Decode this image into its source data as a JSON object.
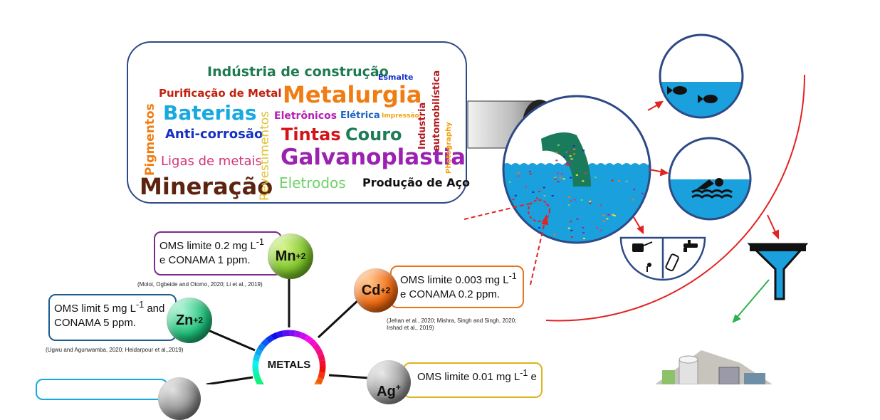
{
  "word_cloud": {
    "words": {
      "construcao": "Indústria de construção",
      "esmalte": "Esmalte",
      "purificacao": "Purificação de Metal",
      "metalurgia": "Metalurgia",
      "baterias": "Baterias",
      "eletronicos": "Eletrônicos",
      "eletrica": "Elétrica",
      "impressao": "Impressão",
      "anticorrosao": "Anti-corrosão",
      "tintas": "Tintas",
      "couro": "Couro",
      "ligas": "Ligas de metais",
      "galvanoplastia": "Galvanoplastia",
      "mineracao": "Mineração",
      "eletrodos": "Eletrodos",
      "producao_aco": "Produção de Aço",
      "pigmentos": "Pigmentos",
      "revestimentos": "Revestimentos",
      "industria": "Industria",
      "automobilistica": "automobilística",
      "photography": "Photography"
    },
    "colors": {
      "construcao": "#1e7a4f",
      "esmalte": "#1b33c9",
      "purificacao": "#c0220f",
      "metalurgia": "#f07d13",
      "baterias": "#18a9e3",
      "eletronicos": "#b51fb2",
      "eletrica": "#1a63c5",
      "impressao": "#f1a20f",
      "anticorrosao": "#1630c2",
      "tintas": "#d4131b",
      "couro": "#1f7d56",
      "ligas": "#d3357a",
      "galvanoplastia": "#9b22b0",
      "mineracao": "#5c2410",
      "eletrodos": "#6fd06a",
      "producao_aco": "#111111",
      "pigmentos": "#f07d13",
      "revestimentos": "#e0c235",
      "industria": "#b3191e",
      "photography": "#f1a20f"
    }
  },
  "metals": {
    "center_label": "METALS",
    "mn": {
      "symbol": "Mn",
      "charge": "+2",
      "limit": "OMS limite 0.2 mg L",
      "exp": "-1",
      "limit2": "e CONAMA 1 ppm.",
      "citation": "(Moloi, Ogbeide and Otomo, 2020; Li et al., 2019)",
      "color": "#7ec42a",
      "border": "#7b2a8e"
    },
    "zn": {
      "symbol": "Zn",
      "charge": "+2",
      "limit": "OMS limit 5 mg L",
      "exp": "-1",
      "limit_tail": " and",
      "limit2": "CONAMA 5 ppm.",
      "citation": "(Ugwu and Agunwamba, 2020; Heidarpour et al.,2019)",
      "color": "#1fbf7a",
      "border": "#1e5b8e"
    },
    "cd": {
      "symbol": "Cd",
      "charge": "+2",
      "limit": "OMS limite 0.003 mg L",
      "exp": "-1",
      "limit2": "e CONAMA 0.2 ppm.",
      "citation1": "(Jehan et al., 2020; Mishra, Singh and Singh, 2020;",
      "citation2": "Irshad et al., 2019)",
      "color": "#f26a12",
      "border": "#e8751a"
    },
    "ag": {
      "symbol": "Ag",
      "charge": "+",
      "limit": "OMS limite 0.01 mg L",
      "exp": "-1",
      "limit_tail": " e",
      "color": "#9a9a9a",
      "border": "#e0b21f"
    }
  },
  "scene": {
    "water_color": "#1aa0dc",
    "arrow_color": "#e32222",
    "green_arrow_color": "#2bb24c"
  }
}
